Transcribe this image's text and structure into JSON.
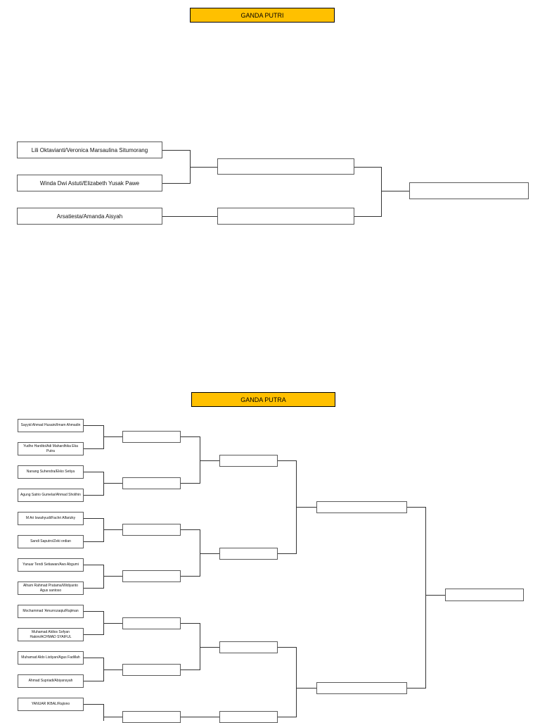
{
  "ganda_putri": {
    "title": "GANDA PUTRI",
    "teams": [
      "Lili Oktavianti/Veronica Marsaulina Situmorang",
      "Winda Dwi Astuti/Elizabeth Yusak Pawe",
      "Arsatiesta/Amanda Aisyah"
    ]
  },
  "ganda_putra": {
    "title": "GANDA PUTRA",
    "teams": [
      "Sayyid Ahmad Husaini/Imam Ahmadin",
      "Yudho Hardito/Adi Mahardhika Eka Putra",
      "Nanang Suhendra/Ekko Setiya",
      "Agung Satrio Gumelar/Ahmad Sholihin",
      "M Ari Iswahyudi/Fachri Alfarizky",
      "Sandi Saputro/Zeki ordian",
      "Yanuar Tendi Setiawan/Aws Abgumi",
      "Alham Rahmad Pratama/Widiyanto Agus santoso",
      "Mochammad 'Amurrozaqiu/Rajiman",
      "Muhamad Aldios Sofyan Hakim/ACHMAD SYAIFUL",
      "Muhamad Aldo Listiyan/Agus Fadillah",
      "Ahmad Supriadi/Abiyansyah",
      "YANUAR IKBAL/Rajiono"
    ]
  }
}
